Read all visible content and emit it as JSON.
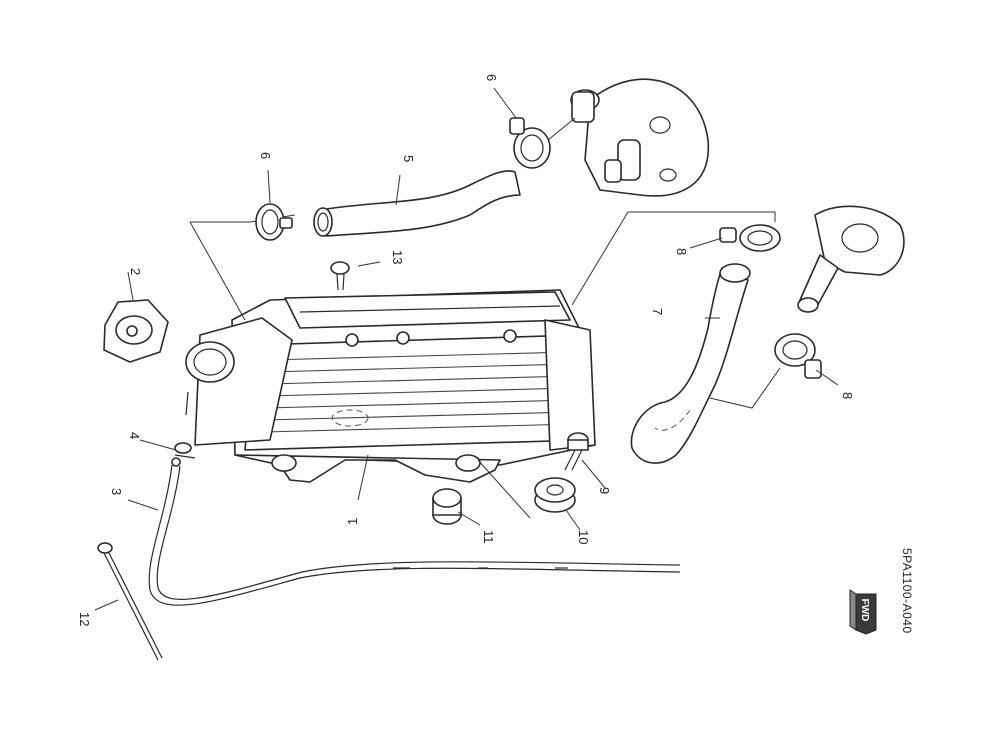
{
  "diagram": {
    "part_code": "5PA1100-A040",
    "callouts": [
      "1",
      "2",
      "3",
      "4",
      "5",
      "6",
      "6",
      "7",
      "8",
      "8",
      "9",
      "10",
      "11",
      "12",
      "13"
    ],
    "direction_badge": "FWD"
  }
}
